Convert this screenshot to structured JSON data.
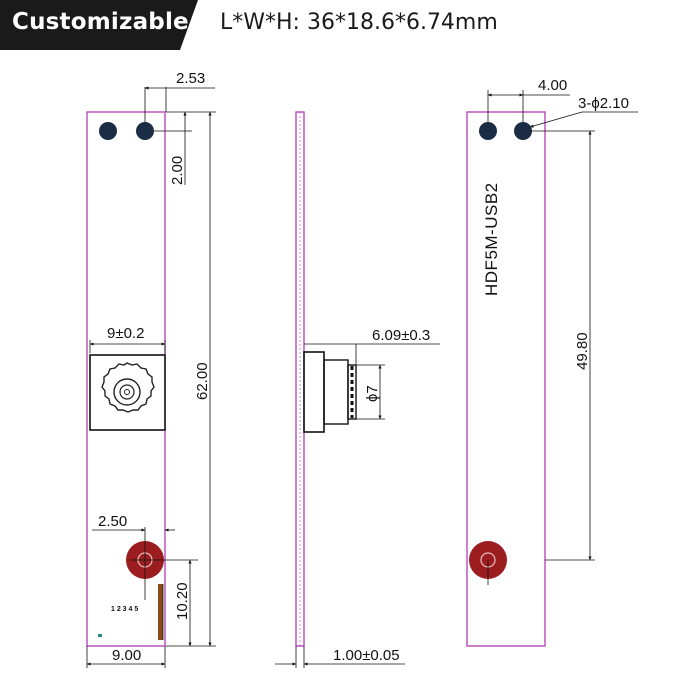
{
  "header": {
    "badge": "Customizable",
    "dims_label": "L*W*H:",
    "dims_value": "36*18.6*6.74mm"
  },
  "drawing": {
    "front": {
      "top_hole_offset": "2.53",
      "top_hole_spacing": "2.00",
      "lens_width": "9±0.2",
      "board_length": "62.00",
      "bottom_hole_offset": "2.50",
      "bottom_section_height": "10.20",
      "board_width": "9.00",
      "silk_text": "1 2 3 4 5"
    },
    "side": {
      "lens_height": "6.09±0.3",
      "lens_diameter": "ϕ7",
      "pcb_thickness": "1.00±0.05"
    },
    "back": {
      "hole_spacing": "4.00",
      "hole_spec": "3-ϕ2.10",
      "model_label": "HDF5M-USB2",
      "hole_distance": "49.80"
    }
  },
  "colors": {
    "board_outline": "#b43cb4",
    "hole_fill": "#1b2d45",
    "red_hole_fill": "#9b1d20",
    "banner_bg": "#1a1a1a"
  }
}
